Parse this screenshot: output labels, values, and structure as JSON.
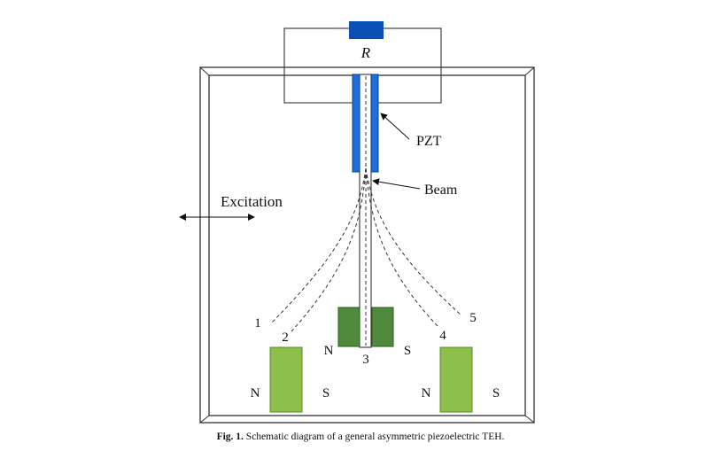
{
  "diagram": {
    "resistor_label": "R",
    "pzt_label": "PZT",
    "beam_label": "Beam",
    "excitation_label": "Excitation",
    "position_labels": [
      "1",
      "2",
      "3",
      "4",
      "5"
    ],
    "magnet_left": {
      "north": "N",
      "south": "S"
    },
    "magnet_center": {
      "north": "N",
      "south": "S"
    },
    "magnet_right": {
      "north": "N",
      "south": "S"
    },
    "colors": {
      "resistor": "#0a4fb5",
      "pzt": "#1e6fdc",
      "magnet_outer": "#8cc04b",
      "magnet_center": "#4f8a3c",
      "frame": "#333333"
    }
  },
  "caption": {
    "figure_label": "Fig. 1.",
    "text": "Schematic diagram of a general asymmetric piezoelectric TEH."
  }
}
